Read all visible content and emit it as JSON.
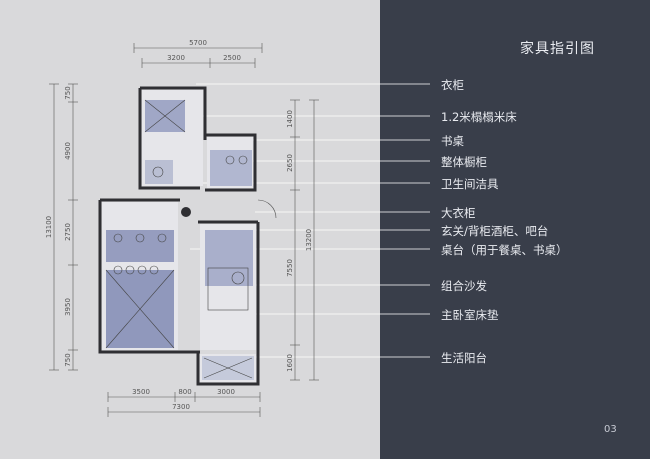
{
  "header": {
    "title": "家具指引图"
  },
  "legend": [
    "衣柜",
    "1.2米榻榻米床",
    "书桌",
    "整体橱柜",
    "卫生间洁具",
    "大衣柜",
    "玄关/背柜酒柜、吧台",
    "桌台（用于餐桌、书桌）",
    "组合沙发",
    "主卧室床垫",
    "生活阳台"
  ],
  "dimensions": {
    "top_total": "5700",
    "top_a": "3200",
    "top_b": "2500",
    "bottom_a": "3500",
    "bottom_b": "800",
    "bottom_c": "3000",
    "bottom_total": "7300",
    "left_1": "750",
    "left_2": "4900",
    "left_3": "2750",
    "left_4": "3950",
    "left_5": "750",
    "left_total": "13100",
    "right_1": "1400",
    "right_2": "2650",
    "right_3": "7550",
    "right_4": "1600",
    "right_total": "13200"
  },
  "footer": {
    "page_number": "03"
  },
  "colors": {
    "panel": "#393e4a",
    "background": "#d9d9db",
    "leader": "#ffffff"
  }
}
